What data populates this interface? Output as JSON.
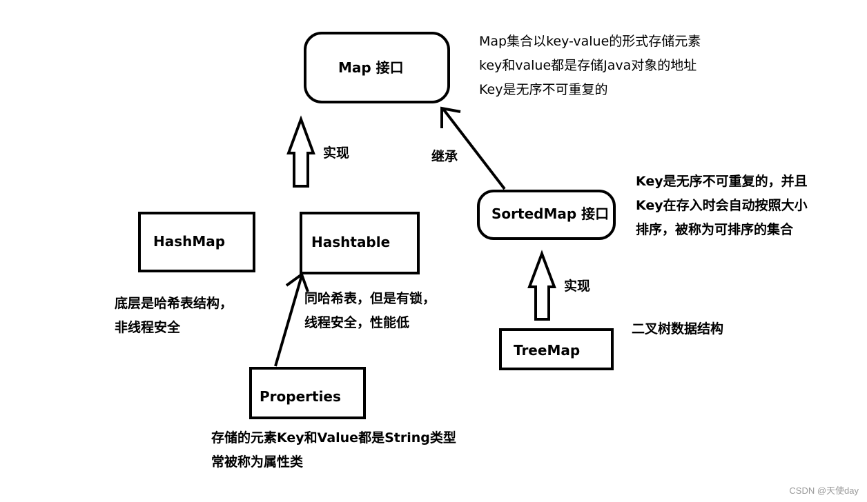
{
  "nodes": {
    "map": {
      "label": "Map 接口"
    },
    "sortedmap": {
      "label": "SortedMap 接口"
    },
    "hashmap": {
      "label": "HashMap"
    },
    "hashtable": {
      "label": "Hashtable"
    },
    "properties": {
      "label": "Properties"
    },
    "treemap": {
      "label": "TreeMap"
    }
  },
  "edges": {
    "hashtable_to_map": {
      "label": "实现"
    },
    "sortedmap_to_map": {
      "label": "继承"
    },
    "treemap_to_sortedmap": {
      "label": "实现"
    }
  },
  "notes": {
    "map": [
      "Map集合以key-value的形式存储元素",
      "key和value都是存储Java对象的地址",
      "Key是无序不可重复的"
    ],
    "sortedmap": [
      "Key是无序不可重复的，并且",
      "Key在存入时会自动按照大小",
      "排序，被称为可排序的集合"
    ],
    "hashmap": [
      "底层是哈希表结构，",
      "非线程安全"
    ],
    "hashtable": [
      "同哈希表，但是有锁，",
      "线程安全，性能低"
    ],
    "properties": [
      "存储的元素Key和Value都是String类型",
      "常被称为属性类"
    ],
    "treemap": [
      "二叉树数据结构"
    ]
  },
  "watermark": "CSDN @天使day"
}
